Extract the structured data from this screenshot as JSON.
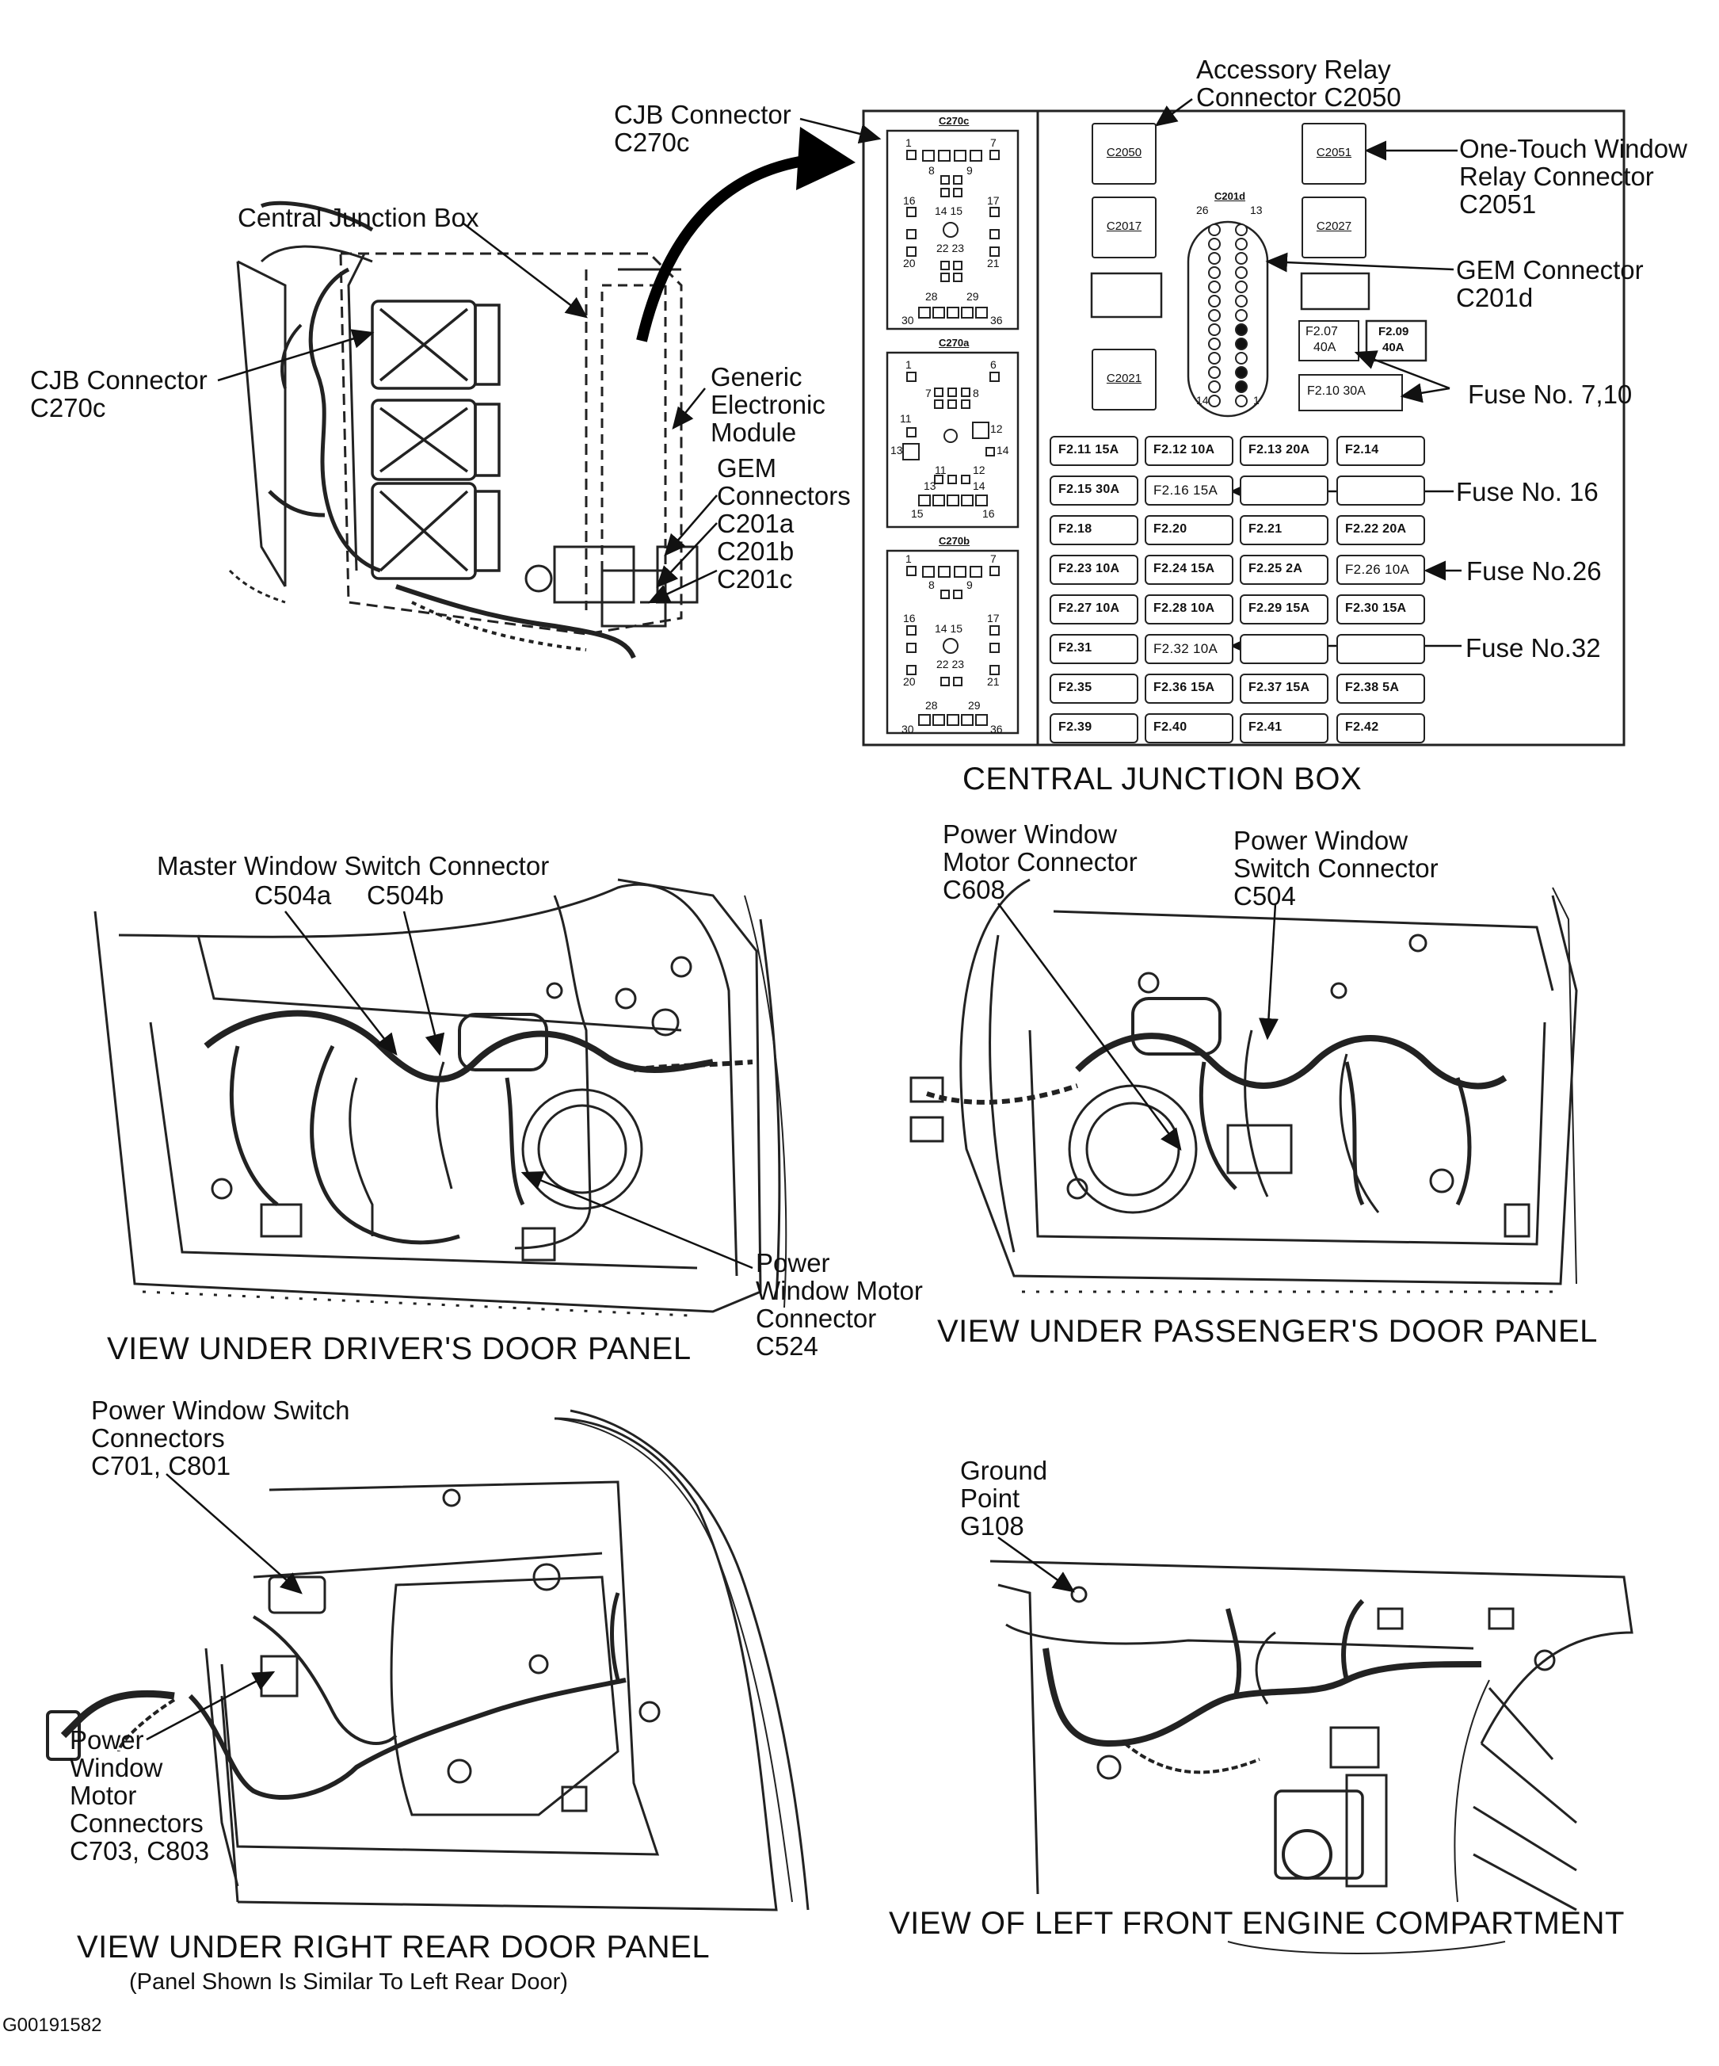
{
  "central_junction_box": {
    "caption": "CENTRAL JUNCTION BOX",
    "labels": {
      "cjb_connector_top": [
        "CJB Connector",
        "C270c"
      ],
      "accessory_relay": [
        "Accessory Relay",
        "Connector C2050"
      ],
      "one_touch_relay": [
        "One-Touch Window",
        "Relay Connector",
        "C2051"
      ],
      "gem_connector": [
        "GEM Connector",
        "C201d"
      ],
      "fuse_7_10": "Fuse No. 7,10",
      "fuse_16": "Fuse No. 16",
      "fuse_26": "Fuse No.26",
      "fuse_32": "Fuse No.32",
      "central_junction_box_callout": "Central Junction Box",
      "cjb_connector_left": [
        "CJB Connector",
        "C270c"
      ],
      "generic_module": [
        "Generic",
        "Electronic",
        "Module"
      ],
      "gem_connectors": [
        "GEM",
        "Connectors",
        "C201a",
        "C201b",
        "C201c"
      ]
    },
    "connector_titles": [
      "C270c",
      "C270a",
      "C270b",
      "C201d"
    ],
    "relays": [
      "C2050",
      "C2017",
      "C2021",
      "C2051",
      "C2027"
    ],
    "pin_labels": {
      "c270c": [
        "1",
        "7",
        "8",
        "9",
        "16",
        "14 15",
        "17",
        "20",
        "22 23",
        "21",
        "28",
        "29",
        "30",
        "36"
      ],
      "c270a": [
        "1",
        "6",
        "7",
        "8",
        "11",
        "12",
        "13",
        "14",
        "11",
        "12",
        "13",
        "14",
        "15",
        "16"
      ],
      "c270b": [
        "1",
        "7",
        "8",
        "9",
        "16",
        "14 15",
        "17",
        "20",
        "22 23",
        "21",
        "28",
        "29",
        "30",
        "36"
      ],
      "c201d": [
        "26",
        "13",
        "14",
        "1"
      ]
    },
    "fuse_rows": [
      [
        "F2.11 15A",
        "F2.12 10A",
        "F2.13 20A",
        "F2.14"
      ],
      [
        "F2.15 30A",
        "F2.16 15A",
        "",
        ""
      ],
      [
        "F2.18",
        "F2.20",
        "F2.21",
        "F2.22 20A"
      ],
      [
        "F2.23 10A",
        "F2.24 15A",
        "F2.25 2A",
        "F2.26 10A"
      ],
      [
        "F2.27 10A",
        "F2.28 10A",
        "F2.29 15A",
        "F2.30 15A"
      ],
      [
        "F2.31",
        "F2.32 10A",
        "",
        ""
      ],
      [
        "F2.35",
        "F2.36 15A",
        "F2.37 15A",
        "F2.38 5A"
      ],
      [
        "F2.39",
        "F2.40",
        "F2.41",
        "F2.42"
      ]
    ],
    "side_fuses": [
      "F2.07",
      "40A",
      "F2.09",
      "40A",
      "F2.10 30A"
    ]
  },
  "driver_door": {
    "caption": "VIEW UNDER DRIVER'S DOOR PANEL",
    "master_switch": "Master Window Switch Connector",
    "c504a": "C504a",
    "c504b": "C504b",
    "motor_connector": [
      "Power",
      "Window Motor",
      "Connector",
      "C524"
    ]
  },
  "passenger_door": {
    "caption": "VIEW UNDER PASSENGER'S DOOR PANEL",
    "motor_connector": [
      "Power Window",
      "Motor Connector",
      "C608"
    ],
    "switch_connector": [
      "Power Window",
      "Switch Connector",
      "C504"
    ]
  },
  "rear_door": {
    "caption": "VIEW UNDER RIGHT REAR DOOR PANEL",
    "subcaption": "(Panel Shown Is Similar To Left Rear Door)",
    "switch_connectors": [
      "Power Window Switch",
      "Connectors",
      "C701, C801"
    ],
    "motor_connectors": [
      "Power",
      "Window",
      "Motor",
      "Connectors",
      "C703, C803"
    ]
  },
  "engine_compartment": {
    "caption": "VIEW OF LEFT FRONT ENGINE COMPARTMENT",
    "ground_point": [
      "Ground",
      "Point",
      "G108"
    ]
  },
  "figure_id": "G00191582"
}
